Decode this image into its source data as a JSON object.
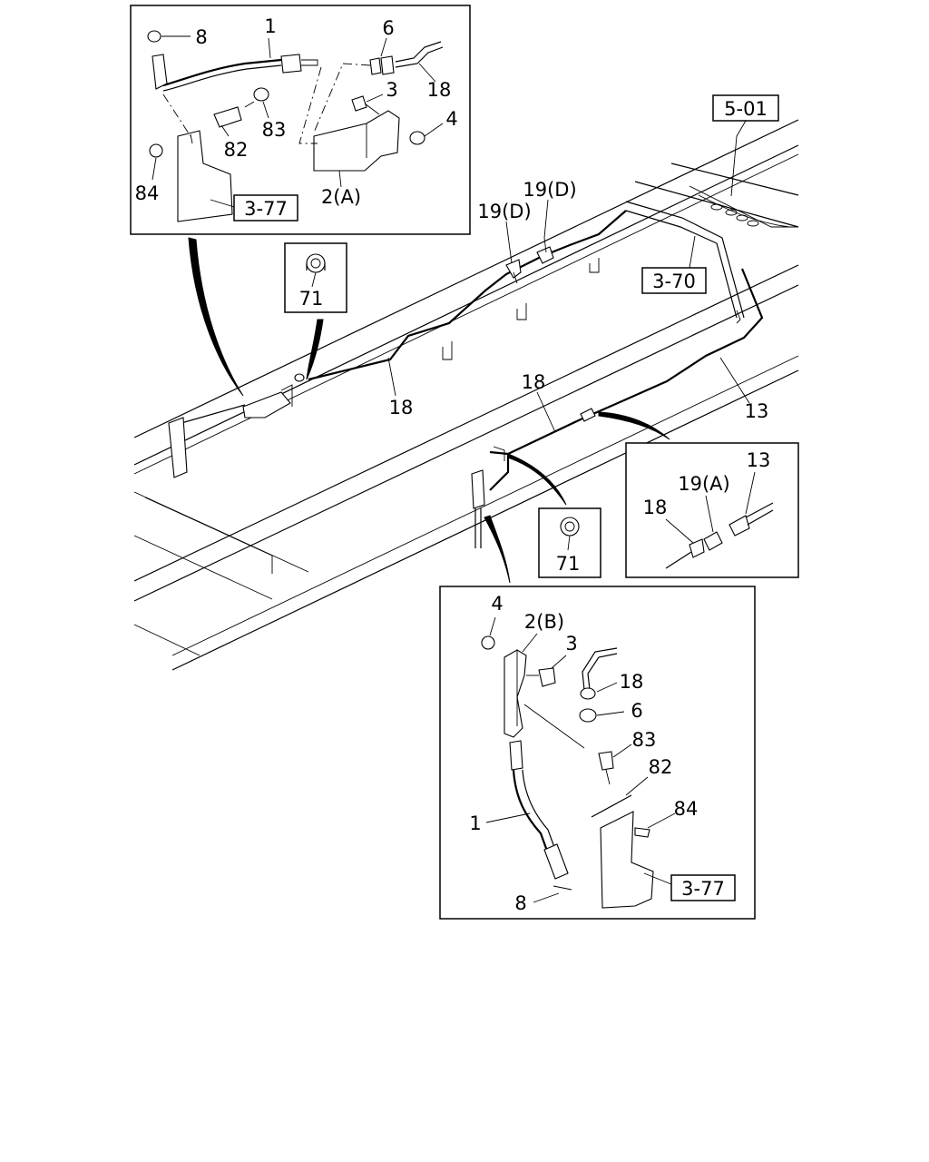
{
  "ref_boxes": {
    "r_5_01": "5-01",
    "r_3_70": "3-70",
    "r_3_77_top": "3-77",
    "r_3_77_bottom": "3-77"
  },
  "callouts": {
    "c71_left": "71",
    "c71_right": "71",
    "main_18a": "18",
    "main_18b": "18",
    "main_13": "13",
    "main_19d_a": "19(D)",
    "main_19d_b": "19(D)",
    "tl_8": "8",
    "tl_1": "1",
    "tl_6": "6",
    "tl_18": "18",
    "tl_3": "3",
    "tl_4": "4",
    "tl_83": "83",
    "tl_82": "82",
    "tl_84": "84",
    "tl_2a": "2(A)",
    "mr_13": "13",
    "mr_19a": "19(A)",
    "mr_18": "18",
    "br_4": "4",
    "br_2b": "2(B)",
    "br_3": "3",
    "br_18": "18",
    "br_6": "6",
    "br_83": "83",
    "br_82": "82",
    "br_84": "84",
    "br_1": "1",
    "br_8": "8"
  }
}
